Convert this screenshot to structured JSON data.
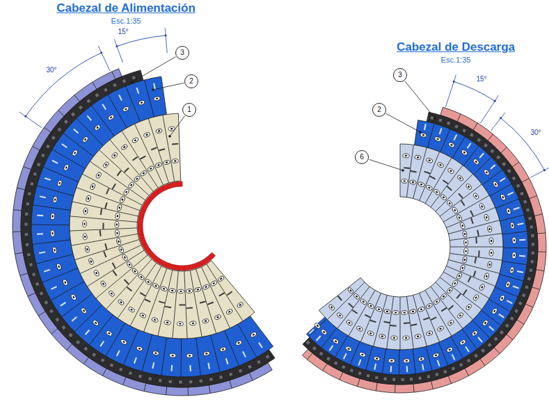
{
  "diagram": {
    "nodes": [
      {
        "text": [
          "3"
        ]
      },
      {
        "text": [
          "2"
        ]
      },
      {
        "text": [
          "1"
        ]
      },
      {
        "text": [
          "3"
        ]
      },
      {
        "text": [
          "2"
        ]
      },
      {
        "text": [
          "6"
        ]
      }
    ],
    "labels": [
      "Cabezal de Alimentación",
      "Esc.1:35",
      "15°",
      "30°",
      "Cabezal de Descarga",
      "Esc.1:35",
      "15°",
      "30°"
    ]
  }
}
